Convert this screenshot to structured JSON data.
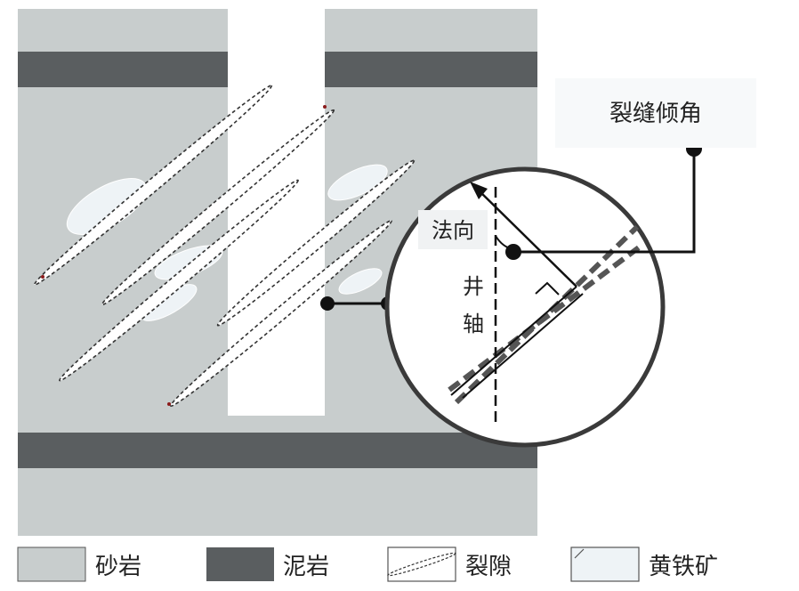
{
  "labels": {
    "dip_angle": "裂缝倾角",
    "normal": "法向",
    "borehole_axis_1": "井",
    "borehole_axis_2": "轴"
  },
  "legend": [
    {
      "label": "砂岩"
    },
    {
      "label": "泥岩"
    },
    {
      "label": "裂隙"
    },
    {
      "label": "黄铁矿"
    }
  ],
  "colors": {
    "sandstone": "#c8cdcd",
    "mudstone": "#5a5e60",
    "borehole": "#ffffff",
    "pyrite": "#eef3f6",
    "fracture_outline": "#333333",
    "line": "#111111"
  }
}
